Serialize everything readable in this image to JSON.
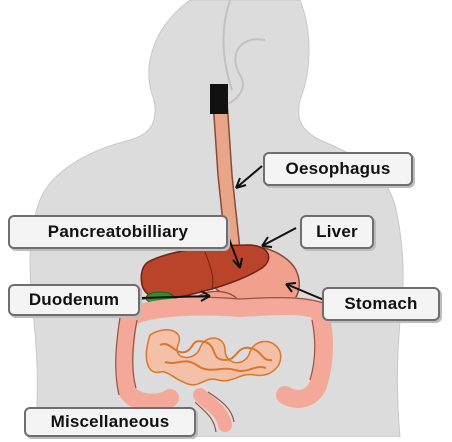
{
  "labels": {
    "oesophagus": "Oesophagus",
    "pancreatobilliary": "Pancreatobilliary",
    "liver": "Liver",
    "duodenum": "Duodenum",
    "stomach": "Stomach",
    "miscellaneous": "Miscellaneous"
  },
  "colors": {
    "body_silhouette": "#dcdcdc",
    "oesophagus": "#e8a58a",
    "liver": "#b9442a",
    "stomach": "#f0a08c",
    "gallbladder": "#2f8f2f",
    "intestine": "#f4a89a",
    "small_intestine_coil": "#d9772e"
  }
}
